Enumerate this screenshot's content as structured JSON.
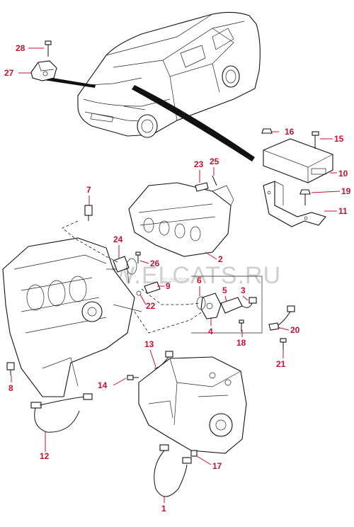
{
  "watermark": {
    "text": "WWW.ELCATS.RU",
    "subtext": "01.06.2013"
  },
  "callouts": [
    {
      "id": "1",
      "label": "1"
    },
    {
      "id": "2",
      "label": "2"
    },
    {
      "id": "3",
      "label": "3"
    },
    {
      "id": "4",
      "label": "4"
    },
    {
      "id": "5",
      "label": "5"
    },
    {
      "id": "6",
      "label": "6"
    },
    {
      "id": "7",
      "label": "7"
    },
    {
      "id": "8",
      "label": "8"
    },
    {
      "id": "9",
      "label": "9"
    },
    {
      "id": "10",
      "label": "10"
    },
    {
      "id": "11",
      "label": "11"
    },
    {
      "id": "12",
      "label": "12"
    },
    {
      "id": "13",
      "label": "13"
    },
    {
      "id": "14",
      "label": "14"
    },
    {
      "id": "15",
      "label": "15"
    },
    {
      "id": "16",
      "label": "16"
    },
    {
      "id": "17",
      "label": "17"
    },
    {
      "id": "18",
      "label": "18"
    },
    {
      "id": "19",
      "label": "19"
    },
    {
      "id": "20",
      "label": "20"
    },
    {
      "id": "21",
      "label": "21"
    },
    {
      "id": "22",
      "label": "22"
    },
    {
      "id": "23",
      "label": "23"
    },
    {
      "id": "24",
      "label": "24"
    },
    {
      "id": "25",
      "label": "25"
    },
    {
      "id": "26",
      "label": "26"
    },
    {
      "id": "27",
      "label": "27"
    },
    {
      "id": "28",
      "label": "28"
    }
  ]
}
